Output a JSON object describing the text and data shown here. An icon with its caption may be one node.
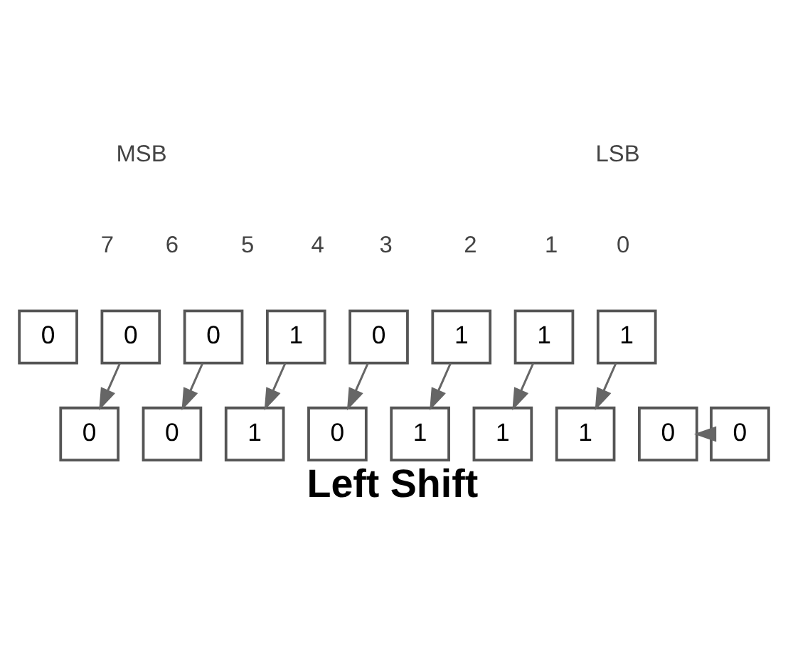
{
  "diagram": {
    "caption": "Left Shift",
    "nodes": [
      {
        "text": [
          "0"
        ]
      },
      {
        "text": [
          "0"
        ]
      },
      {
        "text": [
          "0"
        ]
      },
      {
        "text": [
          "1"
        ]
      },
      {
        "text": [
          "0"
        ]
      },
      {
        "text": [
          "1"
        ]
      },
      {
        "text": [
          "1"
        ]
      },
      {
        "text": [
          "1"
        ]
      },
      {
        "text": [
          "0"
        ]
      },
      {
        "text": [
          "0"
        ]
      },
      {
        "text": [
          "1"
        ]
      },
      {
        "text": [
          "0"
        ]
      },
      {
        "text": [
          "1"
        ]
      },
      {
        "text": [
          "1"
        ]
      },
      {
        "text": [
          "1"
        ]
      },
      {
        "text": [
          "0"
        ]
      },
      {
        "text": [
          "0"
        ]
      }
    ],
    "edges": [
      {
        "from": 1,
        "to": 8,
        "arrow": "to"
      },
      {
        "from": 2,
        "to": 9,
        "arrow": "to"
      },
      {
        "from": 3,
        "to": 10,
        "arrow": "to"
      },
      {
        "from": 4,
        "to": 11,
        "arrow": "to"
      },
      {
        "from": 5,
        "to": 12,
        "arrow": "to"
      },
      {
        "from": 6,
        "to": 13,
        "arrow": "to"
      },
      {
        "from": 7,
        "to": 14,
        "arrow": "to"
      },
      {
        "from": 16,
        "to": 15,
        "arrow": "to"
      }
    ],
    "labels": [
      "MSB",
      "LSB",
      "7",
      "6",
      "5",
      "4",
      "3",
      "2",
      "1",
      "0"
    ]
  }
}
